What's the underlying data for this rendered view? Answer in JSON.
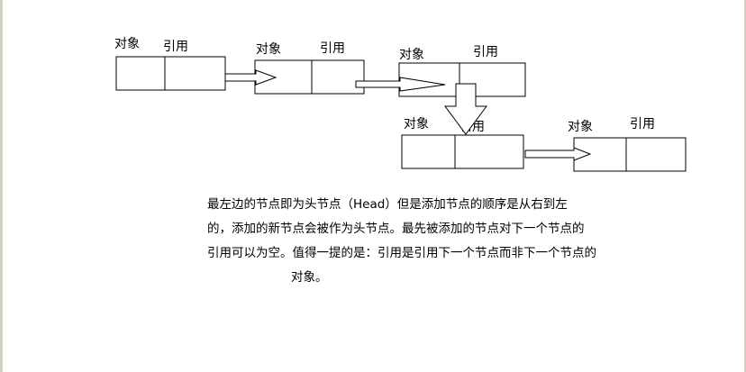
{
  "nodes": [
    {
      "object_label": "对象",
      "reference_label": "引用"
    },
    {
      "object_label": "对象",
      "reference_label": "引用"
    },
    {
      "object_label": "对象",
      "reference_label": "引用"
    },
    {
      "object_label": "对象",
      "reference_label": "引用"
    },
    {
      "object_label": "对象",
      "reference_label": "引用"
    }
  ],
  "description": {
    "lines": [
      "最左边的节点即为头节点（Head）但是添加节点的顺序是从右到左",
      "的，添加的新节点会被作为头节点。最先被添加的节点对下一个节点的",
      "引用可以为空。值得一提的是：引用是引用下一个节点而非下一个节点的",
      "对象。"
    ]
  }
}
